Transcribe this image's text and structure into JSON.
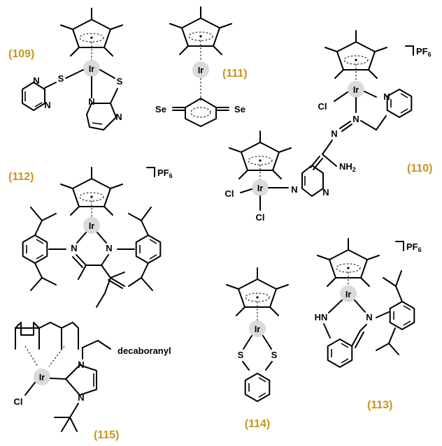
{
  "labels": {
    "c109": "(109)",
    "c110": "(110)",
    "c111": "(111)",
    "c112": "(112)",
    "c113": "(113)",
    "c114": "(114)",
    "c115": "(115)"
  },
  "atoms": {
    "metal": "Ir",
    "sulfur": "S",
    "nitrogen": "N",
    "selenium": "Se",
    "chlorine": "Cl",
    "amine": "HN",
    "nh2_base": "NH",
    "nh2_sub": "2",
    "pf6_base": "PF",
    "pf6_sub": "6",
    "decaboranyl": "decaboranyl"
  },
  "colors": {
    "label": "#c8961e",
    "metal_highlight": "#dadada",
    "bond": "#000000"
  }
}
